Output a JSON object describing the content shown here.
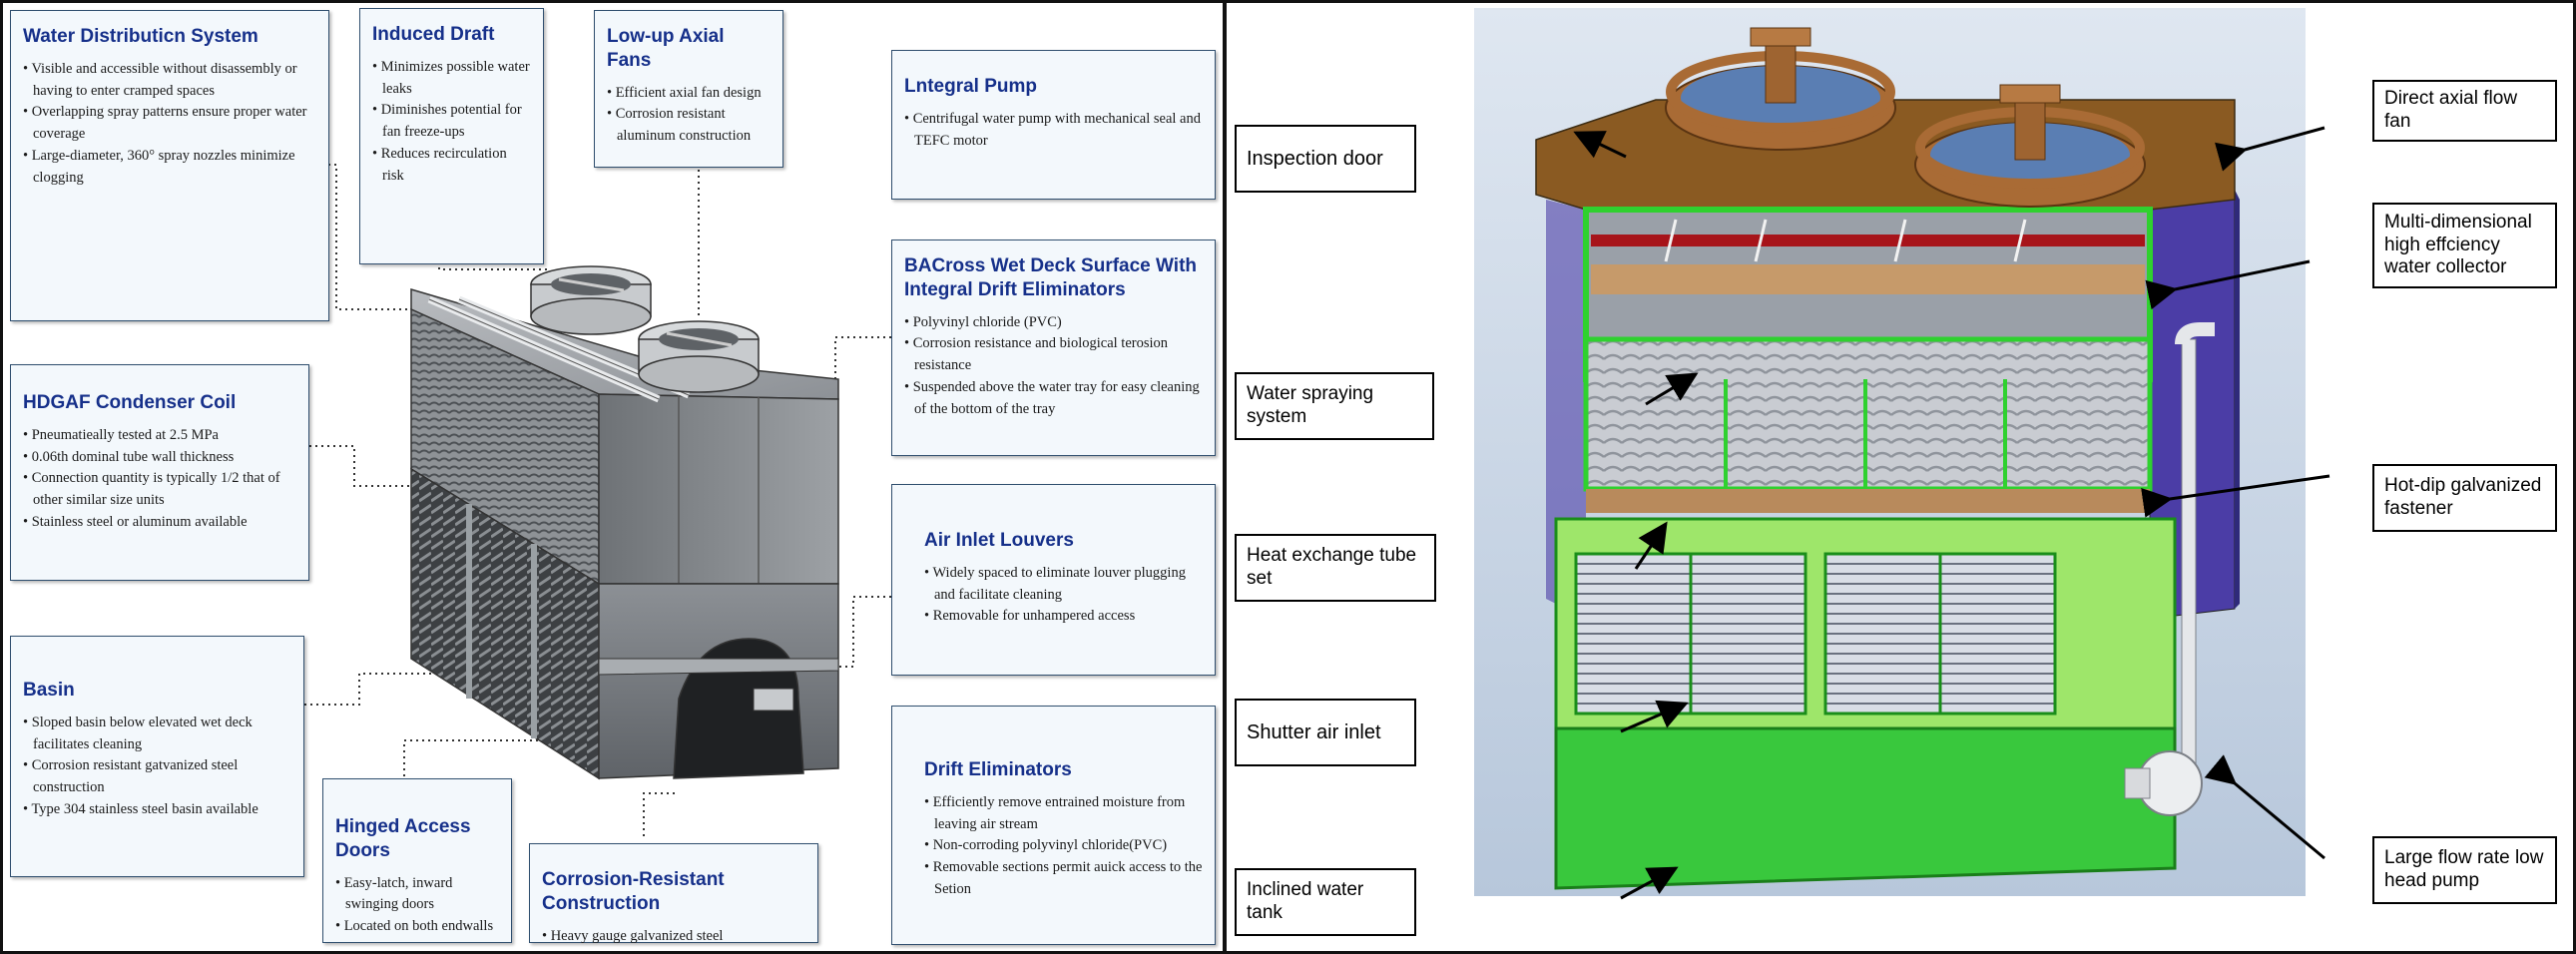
{
  "left_panel": {
    "boxes": [
      {
        "title": "Water Distributicn System",
        "items": [
          "Visible and accessible without disassembly or having to enter cramped spaces",
          "Overlapping spray patterns ensure proper water coverage",
          "Large-diameter, 360° spray nozzles minimize clogging"
        ]
      },
      {
        "title": "Induced Draft",
        "items": [
          "Minimizes possible water leaks",
          "Diminishes potential for fan freeze-ups",
          "Reduces recirculation risk"
        ]
      },
      {
        "title": "Low-up Axial Fans",
        "items": [
          "Efficient axial fan design",
          "Corrosion resistant aluminum construction"
        ]
      },
      {
        "title": "Lntegral Pump",
        "items": [
          "Centrifugal water pump with mechanical seal and TEFC motor"
        ]
      },
      {
        "title": "BACross Wet Deck Surface With Integral Drift Eliminators",
        "items": [
          "Polyvinyl chloride (PVC)",
          "Corrosion resistance and biological terosion resistance",
          "Suspended above the water tray for easy cleaning of the bottom of the tray"
        ]
      },
      {
        "title": "HDGAF Condenser Coil",
        "items": [
          "Pneumatieally tested at 2.5 MPa",
          "0.06th dominal tube wall thickness",
          "Connection quantity is typically 1/2 that of other similar size units",
          "Stainless steel or aluminum available"
        ]
      },
      {
        "title": "Air Inlet Louvers",
        "items": [
          "Widely spaced to eliminate louver plugging and facilitate cleaning",
          "Removable for unhampered access"
        ]
      },
      {
        "title": "Basin",
        "items": [
          "Sloped basin below elevated wet deck facilitates cleaning",
          "Corrosion resistant gatvanized steel construction",
          "Type 304 stainless steel basin available"
        ]
      },
      {
        "title": "Hinged Access Doors",
        "items": [
          "Easy-latch, inward swinging doors",
          "Located on both endwalls"
        ]
      },
      {
        "title": "Corrosion-Resistant Construction",
        "items": [
          "Heavy gauge galvanized steel"
        ]
      },
      {
        "title": "Drift Eliminators",
        "items": [
          "Efficiently remove entrained moisture from leaving air stream",
          "Non-corroding polyvinyl chloride(PVC)",
          "Removable sections permit auick access to the Setion"
        ]
      }
    ]
  },
  "right_panel": {
    "labels": [
      {
        "text": "Inspection door"
      },
      {
        "text": "Water spraying system"
      },
      {
        "text": "Heat exchange tube set"
      },
      {
        "text": "Shutter air inlet"
      },
      {
        "text": "Inclined water tank"
      },
      {
        "text": "Direct axial flow fan"
      },
      {
        "text": "Multi-dimensional high effciency water collector"
      },
      {
        "text": "Hot-dip galvanized fastener"
      },
      {
        "text": "Large flow rate low head pump"
      }
    ]
  },
  "colors": {
    "box_title": "#16308a",
    "box_bg": "#f3f8fc",
    "unit_frame": "#2fd12f",
    "unit_top": "#8a5a22",
    "side_panel": "#4b3da6"
  }
}
